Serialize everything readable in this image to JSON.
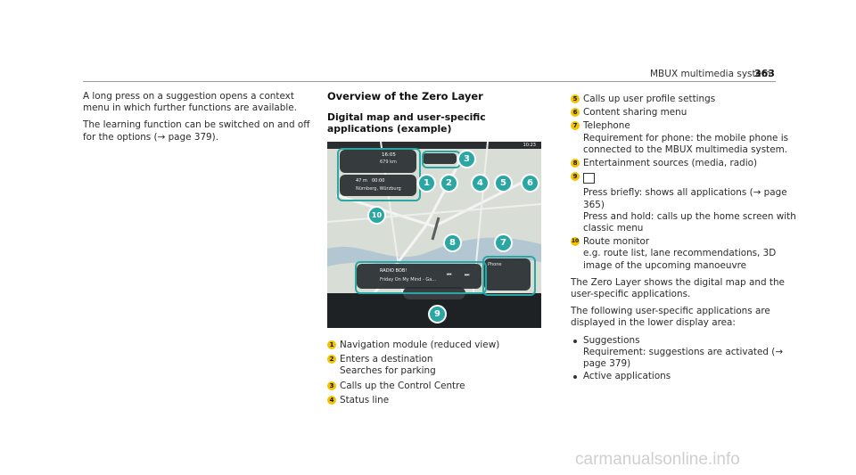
{
  "header": {
    "title": "MBUX multimedia system",
    "page_number": "363"
  },
  "col1": {
    "p1": "A long press on a suggestion opens a context menu in which further functions are available.",
    "p2": "The learning function can be switched on and off for the options (→ page 379)."
  },
  "col2": {
    "heading": "Overview of the Zero Layer",
    "subheading": "Digital map and user-specific applications (example)",
    "items": [
      {
        "n": "1",
        "text": "Navigation module (reduced view)"
      },
      {
        "n": "2",
        "text": "Enters a destination",
        "sub": "Searches for parking"
      },
      {
        "n": "3",
        "text": "Calls up the Control Centre"
      },
      {
        "n": "4",
        "text": "Status line"
      }
    ]
  },
  "col3": {
    "items": [
      {
        "n": "5",
        "text": "Calls up user profile settings"
      },
      {
        "n": "6",
        "text": "Content sharing menu"
      },
      {
        "n": "7",
        "text": "Telephone",
        "sub": "Requirement for phone: the mobile phone is connected to the MBUX multimedia system."
      },
      {
        "n": "8",
        "text": "Entertainment sources (media, radio)"
      },
      {
        "n": "9",
        "text": "",
        "sub": "Press briefly: shows all applications (→ page 365)",
        "sub2": "Press and hold: calls up the home screen with classic menu"
      },
      {
        "n": "10",
        "text": "Route monitor",
        "sub": "e.g. route list, lane recommendations, 3D image of the upcoming manoeuvre"
      }
    ],
    "p1": "The Zero Layer shows the digital map and the user-specific applications.",
    "p2": "The following user-specific applications are displayed in the lower display area:",
    "bullets": [
      {
        "text": "Suggestions",
        "sub": "Requirement: suggestions are activated (→ page 379)"
      },
      {
        "text": "Active applications"
      }
    ]
  },
  "screen": {
    "time": "10:23",
    "nav_time": "16:05",
    "nav_distance": "679 km",
    "route_distance": "47 m",
    "route_time": "00:00",
    "route_city": "Nürnberg, Würzburg",
    "radio_station": "RADIO BOB!",
    "radio_track": "Friday On My Mind - Ga...",
    "phone_label": "Phone",
    "callouts": [
      "1",
      "2",
      "3",
      "4",
      "5",
      "6",
      "7",
      "8",
      "9",
      "10"
    ]
  },
  "watermark": "carmanualsonline.info",
  "colors": {
    "callout": "#2aa7a3",
    "legend_number": "#f2c300"
  }
}
